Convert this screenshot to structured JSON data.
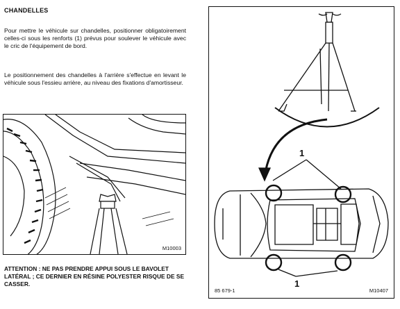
{
  "heading": "CHANDELLES",
  "paragraphs": [
    "Pour mettre le véhicule sur chandelles, positionner obligatoirement celles-ci sous les renforts (1) prévus pour soulever le véhicule avec le cric de l'équipement de bord.",
    "Le positionnement des chandelles à l'arrière s'effectue en levant le véhicule sous l'essieu arrière, au niveau des fixations d'amortisseur."
  ],
  "warning": "ATTENTION : NE PAS PRENDRE APPUI SOUS LE BAVOLET LATÉRAL ; CE DERNIER EN RÉSINE POLYESTER RISQUE DE SE CASSER.",
  "figures": {
    "left": {
      "ref": "M10003"
    },
    "right": {
      "ref": "M10407",
      "code": "85 679-1",
      "callout_top": "1",
      "callout_bottom": "1"
    }
  }
}
